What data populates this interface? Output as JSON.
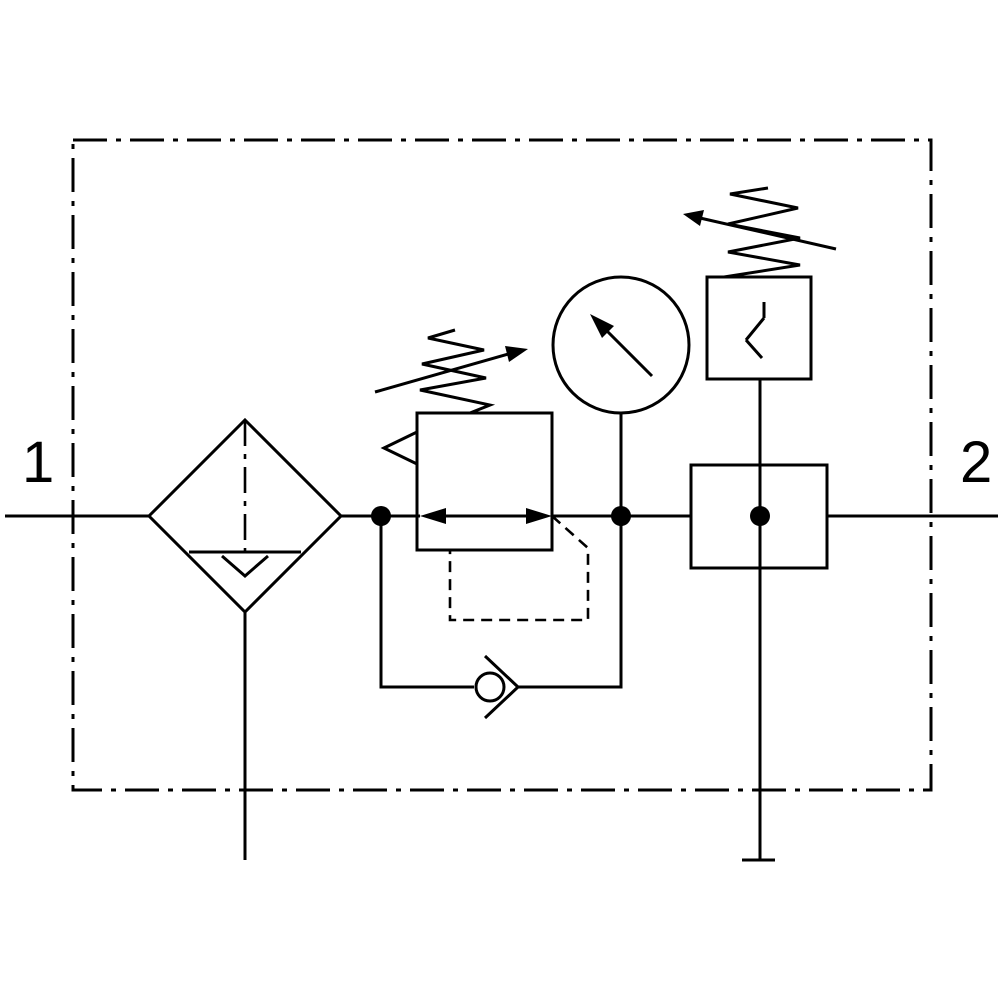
{
  "diagram": {
    "ports": [
      {
        "id": "inlet",
        "label": "1"
      },
      {
        "id": "outlet",
        "label": "2"
      }
    ],
    "components": [
      {
        "id": "filter",
        "icon": "filter-with-water-separator-icon"
      },
      {
        "id": "pressure-regulator",
        "icon": "adjustable-pressure-regulator-icon"
      },
      {
        "id": "pressure-gauge",
        "icon": "pressure-gauge-icon"
      },
      {
        "id": "check-valve",
        "icon": "check-valve-icon"
      },
      {
        "id": "pressure-switch",
        "icon": "adjustable-pressure-switch-icon"
      },
      {
        "id": "distribution-block",
        "icon": "manifold-block-icon"
      }
    ],
    "stroke_color": "#000000",
    "background_color": "#ffffff"
  }
}
